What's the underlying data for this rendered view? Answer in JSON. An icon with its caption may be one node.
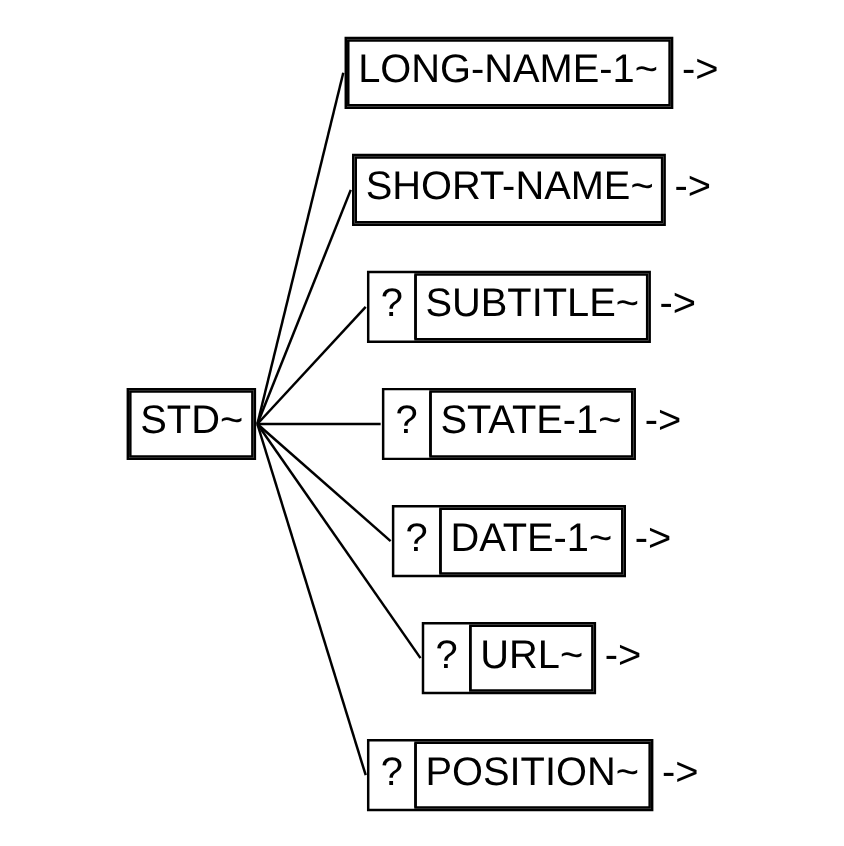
{
  "diagram": {
    "nodes": [
      {
        "text": [
          "STD~"
        ]
      },
      {
        "text": [
          "LONG-NAME-1~"
        ],
        "beside": [
          "->"
        ]
      },
      {
        "text": [
          "SHORT-NAME~"
        ],
        "beside": [
          "->"
        ]
      },
      {
        "text": [
          "?",
          "SUBTITLE~"
        ],
        "beside": [
          "->"
        ]
      },
      {
        "text": [
          "?",
          "STATE-1~"
        ],
        "beside": [
          "->"
        ]
      },
      {
        "text": [
          "?",
          "DATE-1~"
        ],
        "beside": [
          "->"
        ]
      },
      {
        "text": [
          "?",
          "URL~"
        ],
        "beside": [
          "->"
        ]
      },
      {
        "text": [
          "?",
          "POSITION~"
        ],
        "beside": [
          "->"
        ]
      }
    ],
    "edges": [
      {
        "from": 0,
        "to": 1,
        "arrow": "none"
      },
      {
        "from": 0,
        "to": 2,
        "arrow": "none"
      },
      {
        "from": 0,
        "to": 3,
        "arrow": "none"
      },
      {
        "from": 0,
        "to": 4,
        "arrow": "none"
      },
      {
        "from": 0,
        "to": 5,
        "arrow": "none"
      },
      {
        "from": 0,
        "to": 6,
        "arrow": "none"
      },
      {
        "from": 0,
        "to": 7,
        "arrow": "none"
      }
    ]
  }
}
